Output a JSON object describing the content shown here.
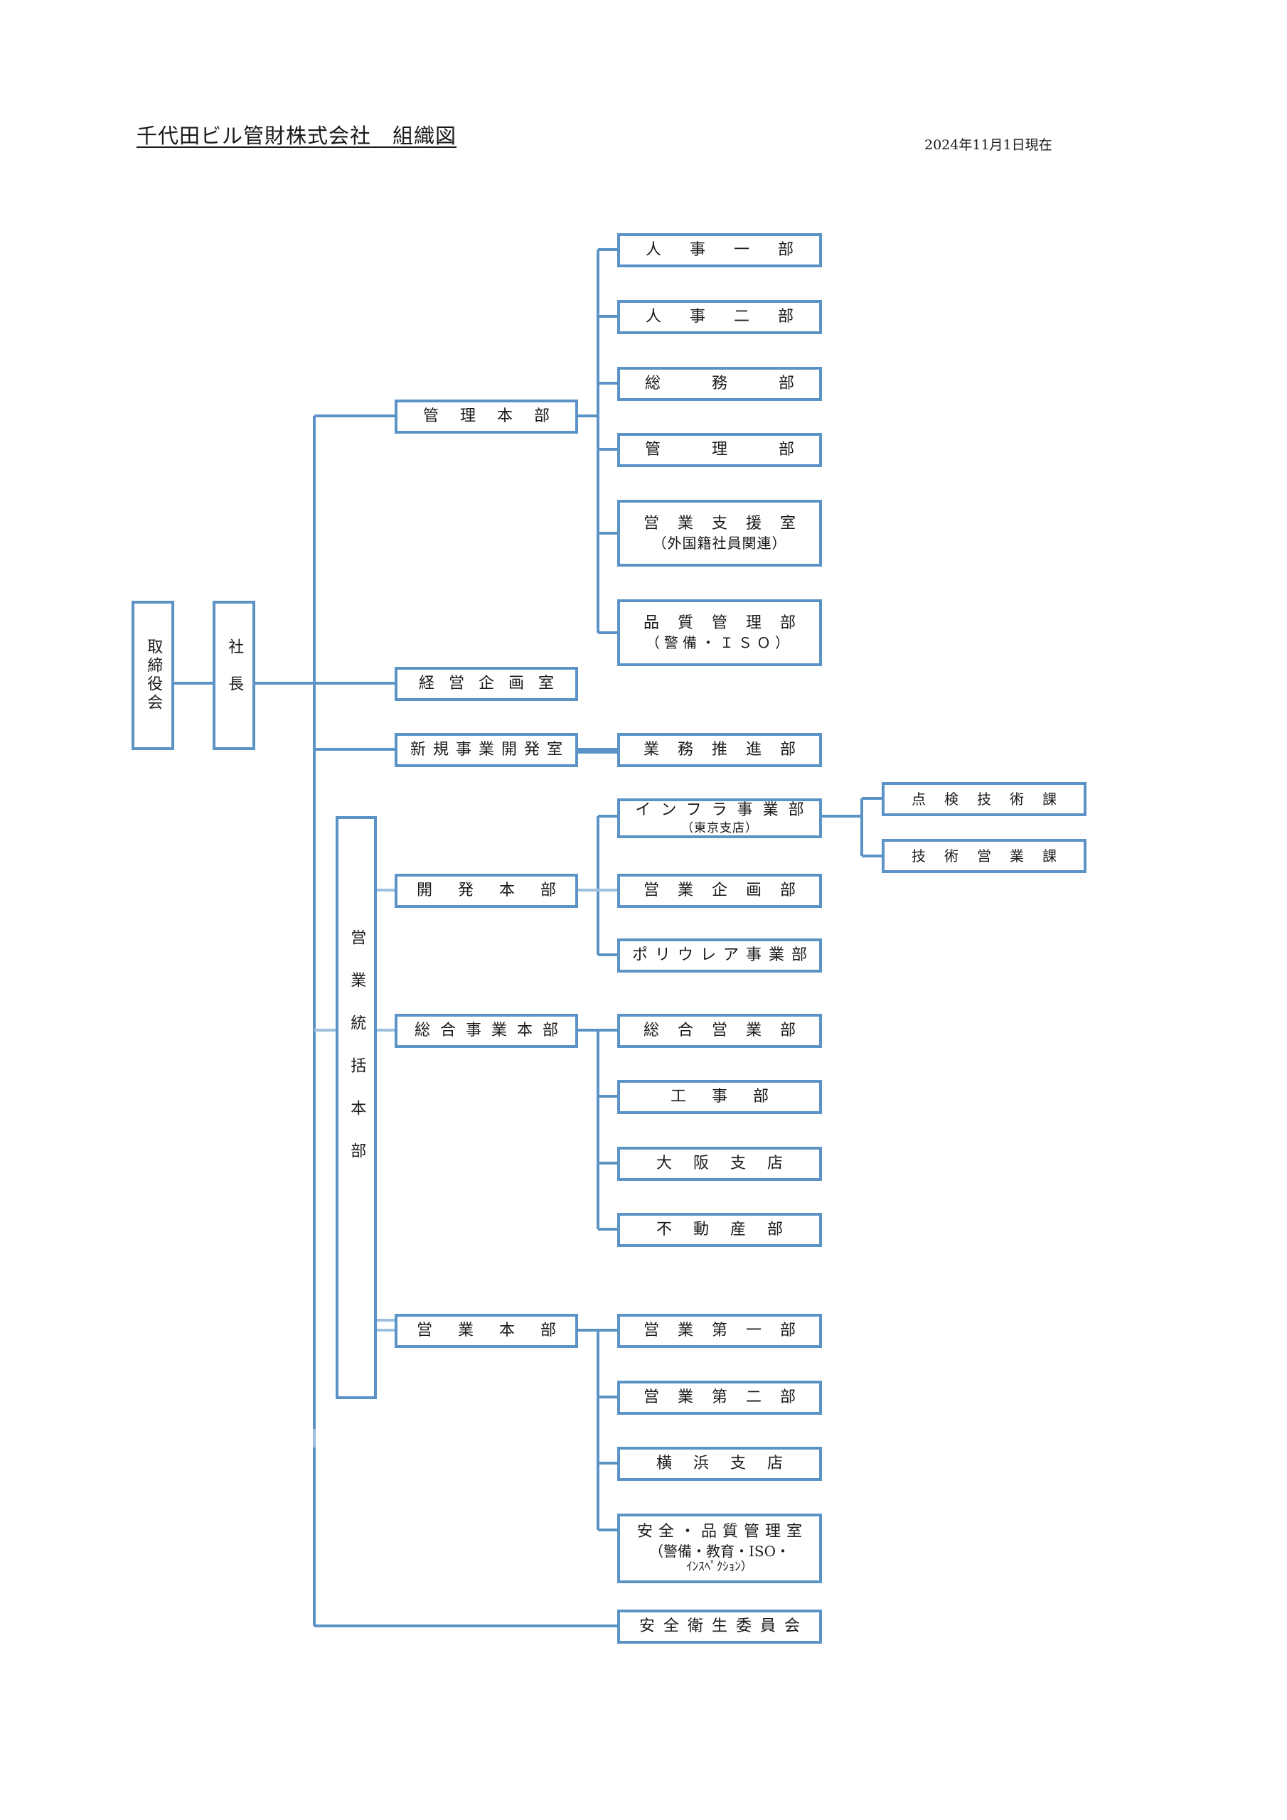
{
  "header": {
    "title": "千代田ビル管財株式会社　組織図",
    "date": "2024年11月1日現在"
  },
  "nodes": {
    "board": "取締役会",
    "president": "社長",
    "kanri_honbu": "管理本部",
    "jinji1": "人事一部",
    "jinji2": "人事二部",
    "somu": "総務部",
    "kanri": "管理部",
    "eigyo_shien": "営業支援室",
    "eigyo_shien_sub": "（外国籍社員関連）",
    "hinshitsu": "品質管理部",
    "hinshitsu_sub": "（警備・ＩＳＯ）",
    "keiei_kikaku": "経営企画室",
    "shinki": "新規事業開発室",
    "gyomu_suishin": "業務推進部",
    "eigyo_tokatsu": "営業統括本部",
    "kaihatsu_honbu": "開発本部",
    "infra": "インフラ事業部",
    "infra_sub": "（東京支店）",
    "tenken": "点検技術課",
    "gijutsu_eigyo": "技術営業課",
    "eigyo_kikaku": "営業企画部",
    "polyurea": "ポリウレア事業部",
    "sogo_honbu": "総合事業本部",
    "sogo_eigyo": "総合営業部",
    "koji": "工事部",
    "osaka": "大阪支店",
    "fudosan": "不動産部",
    "eigyo_honbu": "営業本部",
    "eigyo1": "営業第一部",
    "eigyo2": "営業第二部",
    "yokohama": "横浜支店",
    "anzen_hinshitsu": "安全・品質管理室",
    "anzen_hinshitsu_sub1": "（警備・教育・ISO・",
    "anzen_hinshitsu_sub2": "ｲﾝｽﾍﾟｸｼｮﾝ）",
    "anzen_eisei": "安全衛生委員会"
  },
  "colors": {
    "box_border": "#5b93c7",
    "connector": "#5b93c7",
    "connector_light": "#9cc0e0"
  }
}
